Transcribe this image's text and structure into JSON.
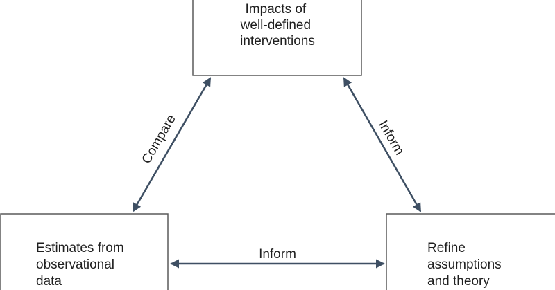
{
  "diagram": {
    "nodes": {
      "top": {
        "lines": [
          "Impacts of",
          "well-defined",
          "interventions"
        ]
      },
      "left": {
        "lines": [
          "Estimates from",
          "observational",
          "data"
        ]
      },
      "right": {
        "lines": [
          "Refine",
          "assumptions",
          "and theory"
        ]
      }
    },
    "edges": {
      "left_top": {
        "label": "Compare"
      },
      "top_right": {
        "label": "Inform"
      },
      "left_right": {
        "label": "Inform"
      }
    },
    "colors": {
      "arrow": "#3e4f63",
      "box_border": "#5a5a5a",
      "text": "#1f1f1f"
    }
  }
}
